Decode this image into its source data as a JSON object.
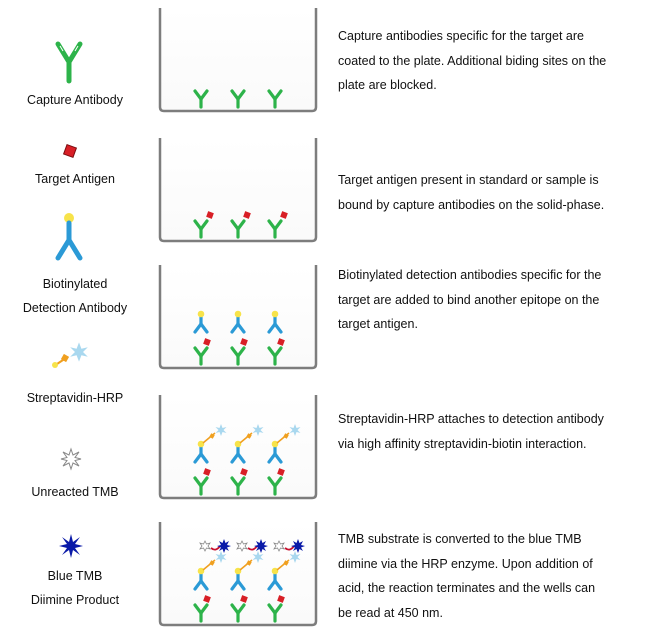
{
  "legend": {
    "capture_antibody": "Capture Antibody",
    "target_antigen": "Target Antigen",
    "biotinylated_line1": "Biotinylated",
    "biotinylated_line2": "Detection Antibody",
    "streptavidin_hrp": "Streptavidin-HRP",
    "unreacted_tmb": "Unreacted TMB",
    "blue_tmb_line1": "Blue TMB",
    "blue_tmb_line2": "Diimine Product"
  },
  "steps": [
    {
      "lines": [
        "Capture antibodies specific for the target are",
        "coated to the plate. Additional biding sites on the",
        "plate are blocked."
      ]
    },
    {
      "lines": [
        "Target antigen present in standard or sample is",
        "bound by capture antibodies on the solid-phase."
      ]
    },
    {
      "lines": [
        "Biotinylated detection antibodies specific for the",
        "target are added to bind another epitope on the",
        "target antigen."
      ]
    },
    {
      "lines": [
        "Streptavidin-HRP attaches to detection antibody",
        "via high affinity streptavidin-biotin interaction."
      ]
    },
    {
      "lines": [
        "TMB substrate is converted to the blue TMB",
        "diimine via the HRP enzyme. Upon addition of",
        "acid, the reaction terminates and the wells can",
        "be read at 450 nm."
      ]
    }
  ],
  "colors": {
    "capture_antibody": "#2db34a",
    "target_antigen": "#d81f26",
    "detection_antibody": "#2b9ad6",
    "biotin": "#f7e34a",
    "hrp_star": "#a9d8ef",
    "tmb_blue": "#0a1aa8"
  }
}
